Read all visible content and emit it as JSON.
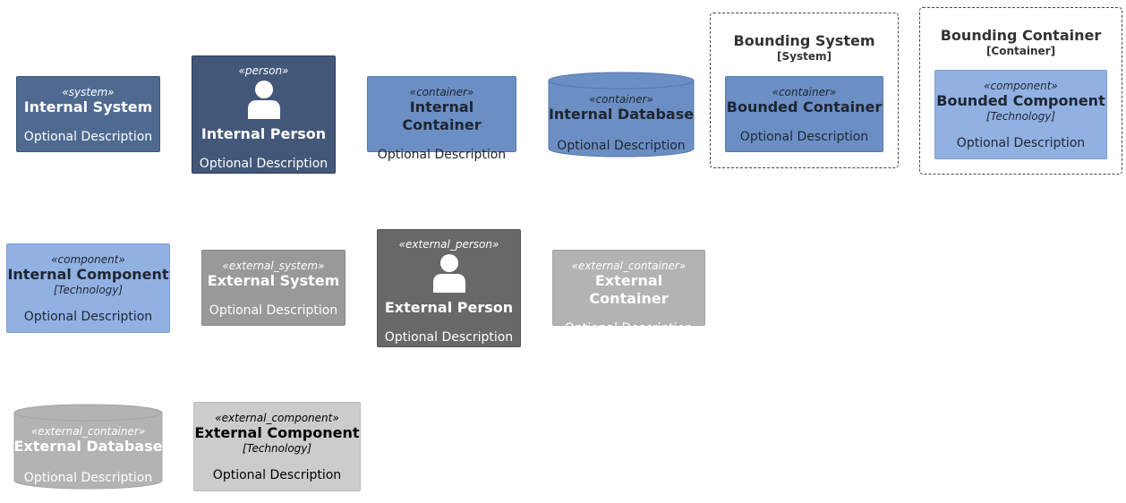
{
  "colors": {
    "system": "#4e6a91",
    "person": "#435779",
    "container": "#6b8fc4",
    "component": "#92b1e3",
    "external_system": "#999999",
    "external_person": "#686868",
    "external_container": "#b3b3b3",
    "external_component": "#cccccc",
    "boundary_border": "#444444"
  },
  "internal_system": {
    "stereotype": "«system»",
    "title": "Internal System",
    "description": "Optional Description"
  },
  "internal_person": {
    "stereotype": "«person»",
    "title": "Internal Person",
    "description": "Optional Description",
    "icon": "person-icon"
  },
  "internal_container": {
    "stereotype": "«container»",
    "title": "Internal Container",
    "description": "Optional Description"
  },
  "internal_database": {
    "stereotype": "«container»",
    "title": "Internal Database",
    "description": "Optional Description"
  },
  "bounding_system": {
    "title": "Bounding System",
    "type": "[System]",
    "child": {
      "stereotype": "«container»",
      "title": "Bounded Container",
      "description": "Optional Description"
    }
  },
  "bounding_container": {
    "title": "Bounding Container",
    "type": "[Container]",
    "child": {
      "stereotype": "«component»",
      "title": "Bounded Component",
      "technology": "[Technology]",
      "description": "Optional Description"
    }
  },
  "internal_component": {
    "stereotype": "«component»",
    "title": "Internal Component",
    "technology": "[Technology]",
    "description": "Optional Description"
  },
  "external_system": {
    "stereotype": "«external_system»",
    "title": "External System",
    "description": "Optional Description"
  },
  "external_person": {
    "stereotype": "«external_person»",
    "title": "External Person",
    "description": "Optional Description",
    "icon": "person-icon"
  },
  "external_container": {
    "stereotype": "«external_container»",
    "title": "External Container",
    "description": "Optional Description"
  },
  "external_database": {
    "stereotype": "«external_container»",
    "title": "External Database",
    "description": "Optional Description"
  },
  "external_component": {
    "stereotype": "«external_component»",
    "title": "External Component",
    "technology": "[Technology]",
    "description": "Optional Description"
  }
}
